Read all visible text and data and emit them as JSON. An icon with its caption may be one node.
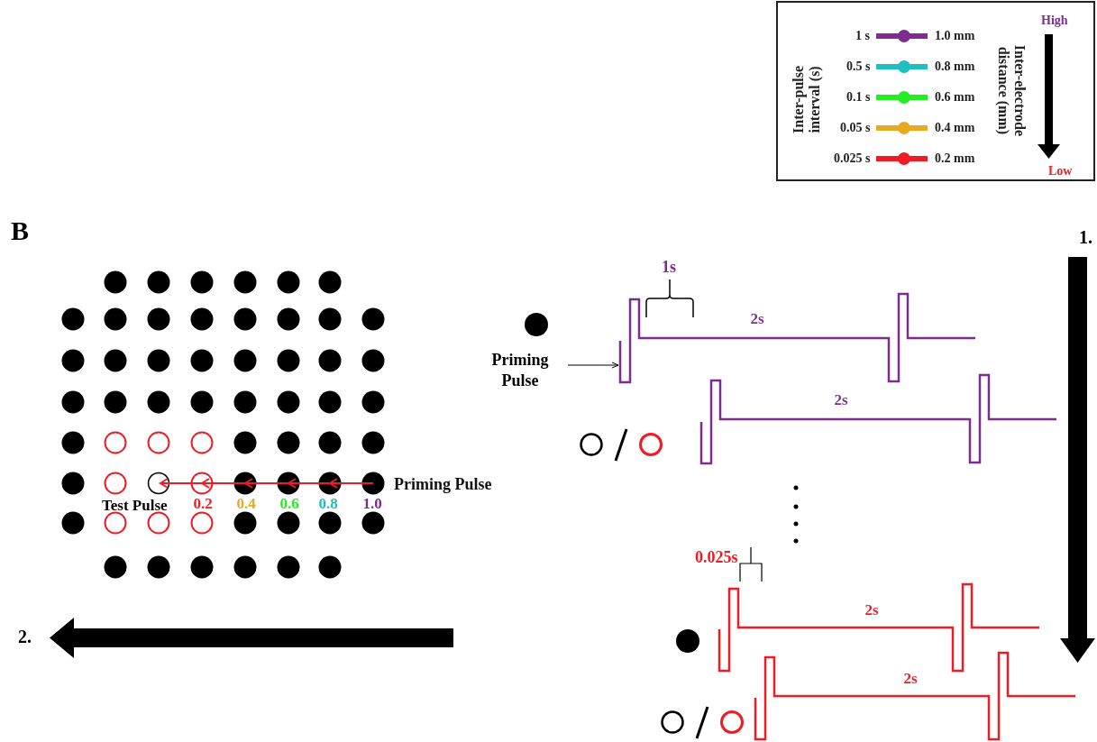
{
  "diagram": {
    "nodes": [
      {
        "text": [
          "Priming Pulse"
        ]
      },
      {
        "text": [],
        "shape": "picture"
      }
    ],
    "edges": [
      {
        "from": 0,
        "to": 1,
        "arrow": "to"
      }
    ],
    "labels": [
      "B",
      "1.",
      "2.",
      "High",
      "Low",
      "Inter-pulse interval (s)",
      "Inter-electrode distance (mm)",
      "1.0 mm",
      "0.8 mm",
      "0.6 mm",
      "0.4 mm",
      "0.2 mm",
      "Test Pulse",
      "0.2",
      "0.4",
      "0.6",
      "0.8",
      "1.0",
      "Priming Pulse",
      "1s",
      "2s",
      "2s",
      "0.025s",
      "2s",
      "2s"
    ],
    "legend": [
      {
        "text": "1 s",
        "color": "#7b2e8e"
      },
      {
        "text": "0.5 s",
        "color": "#1fbfc0"
      },
      {
        "text": "0.1 s",
        "color": "#22ee22"
      },
      {
        "text": "0.05 s",
        "color": "#e8aa22"
      },
      {
        "text": "0.025 s",
        "color": "#ee1c24"
      }
    ]
  }
}
